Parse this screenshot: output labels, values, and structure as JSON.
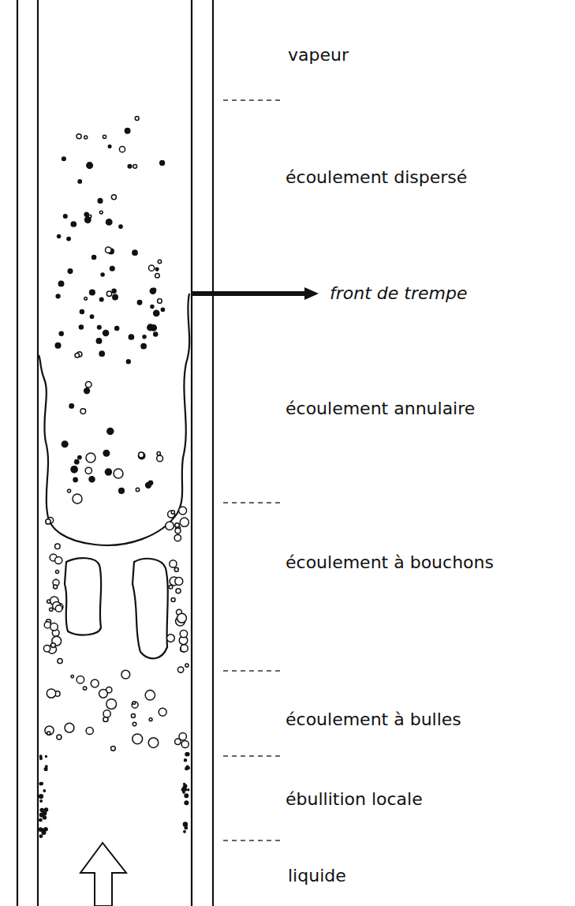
{
  "diagram": {
    "labels": [
      "vapeur",
      "écoulement dispersé",
      "front de trempe",
      "écoulement annulaire",
      "écoulement à bouchons",
      "écoulement à bulles",
      "ébullition locale",
      "liquide"
    ]
  }
}
